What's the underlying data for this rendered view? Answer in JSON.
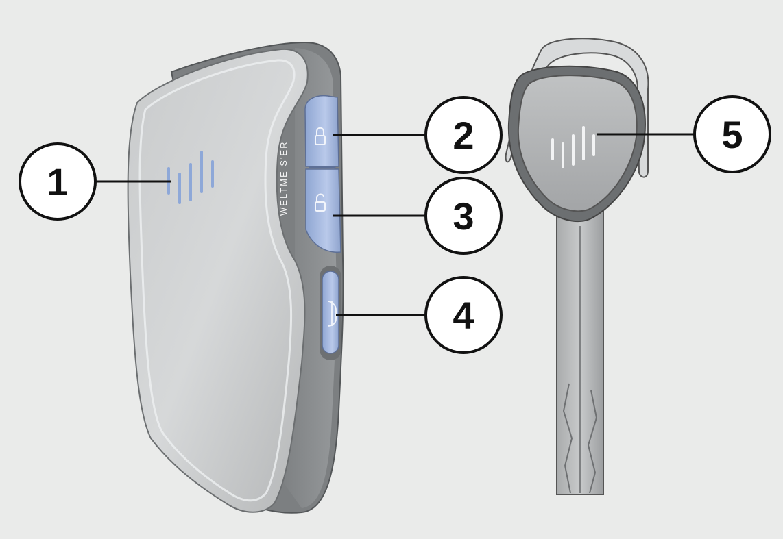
{
  "fob": {
    "brand_text": "WELTME S'ER"
  },
  "callouts": [
    {
      "number": "1",
      "target": "remote-logo"
    },
    {
      "number": "2",
      "target": "lock-button"
    },
    {
      "number": "3",
      "target": "unlock-button"
    },
    {
      "number": "4",
      "target": "trunk-button"
    },
    {
      "number": "5",
      "target": "key-logo"
    }
  ],
  "icons": {
    "lock": "lock-icon",
    "unlock": "unlock-icon",
    "trunk": "car-trunk-icon",
    "logo": "wave-logo-icon"
  },
  "colors": {
    "background": "#eaebea",
    "body": "#c5c7c8",
    "button": "#a9bde1",
    "logo_glow": "#8ea8d8"
  }
}
